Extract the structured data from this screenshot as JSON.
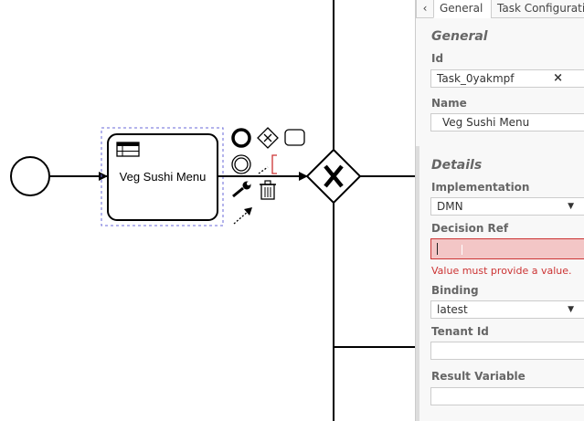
{
  "diagram": {
    "task": {
      "name": "Veg Sushi Menu",
      "icon": "decision-table-icon"
    },
    "context_pad": {
      "icons": [
        "end-event-icon",
        "exclusive-gateway-icon",
        "task-icon",
        "intermediate-event-icon",
        "text-annotation-icon",
        "wrench-icon",
        "trash-icon",
        "connect-arrow-icon"
      ]
    },
    "gateway": {
      "type": "exclusive",
      "marker": "X"
    }
  },
  "panel": {
    "collapse_glyph": "‹",
    "tabs": [
      {
        "label": "General",
        "active": true
      },
      {
        "label": "Task Configuration",
        "active": false
      }
    ],
    "general": {
      "title": "General",
      "id_label": "Id",
      "id_value": "Task_0yakmpf",
      "clear_glyph": "×",
      "name_label": "Name",
      "name_value": "Veg Sushi Menu"
    },
    "details": {
      "title": "Details",
      "implementation_label": "Implementation",
      "implementation_value": "DMN",
      "decision_ref_label": "Decision Ref",
      "decision_ref_value": "",
      "decision_ref_error": "Value must provide a value.",
      "binding_label": "Binding",
      "binding_value": "latest",
      "tenant_label": "Tenant Id",
      "tenant_value": "",
      "result_label": "Result Variable",
      "result_value": ""
    },
    "select_arrow": "▼"
  }
}
